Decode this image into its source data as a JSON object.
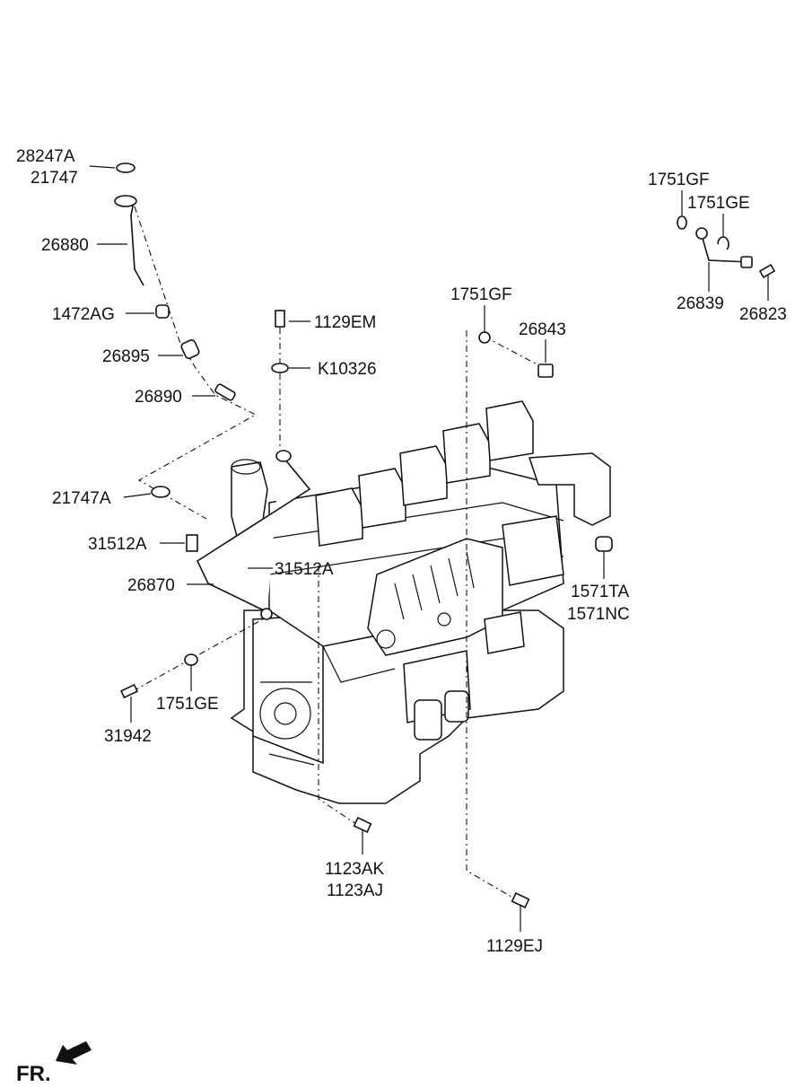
{
  "labels": {
    "l_28247A": "28247A",
    "l_21747": "21747",
    "l_26880": "26880",
    "l_1472AG": "1472AG",
    "l_26895": "26895",
    "l_26890": "26890",
    "l_21747A": "21747A",
    "l_31512A_left": "31512A",
    "l_31512A_mid": "31512A",
    "l_26870": "26870",
    "l_1751GE_left": "1751GE",
    "l_31942": "31942",
    "l_1129EM": "1129EM",
    "l_K10326": "K10326",
    "l_1751GF_mid": "1751GF",
    "l_26843": "26843",
    "l_1751GF_right": "1751GF",
    "l_1751GE_right": "1751GE",
    "l_26839": "26839",
    "l_26823": "26823",
    "l_1571TA": "1571TA",
    "l_1571NC": "1571NC",
    "l_1123AK": "1123AK",
    "l_1123AJ": "1123AJ",
    "l_1129EJ": "1129EJ"
  },
  "direction_marker": {
    "text": "FR.",
    "icon": "front-arrow-icon"
  }
}
